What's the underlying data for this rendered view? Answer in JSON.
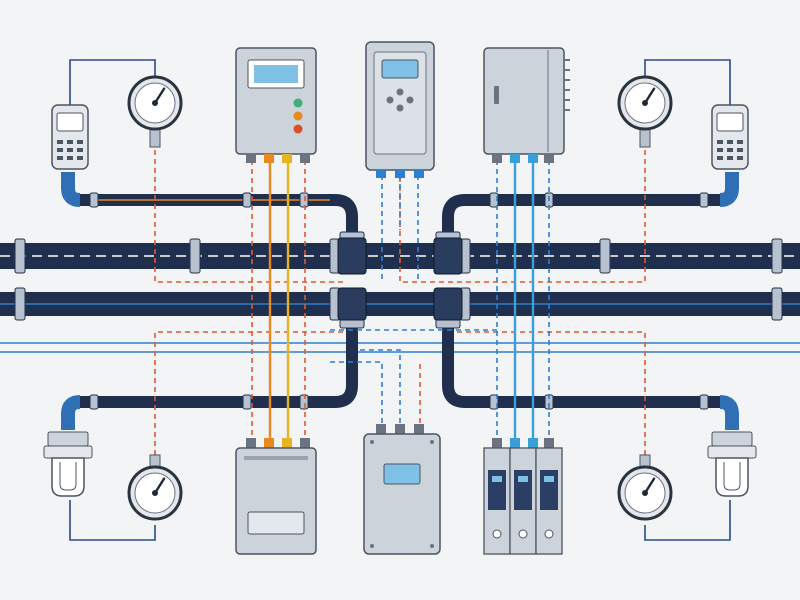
{
  "diagram": {
    "colors": {
      "background": "#f2f4f6",
      "pipe_dark": "#1f2f4d",
      "pipe_edge": "#0f1a2e",
      "pipe_joint": "#b8c2cf",
      "fitting_blue": "#2f6fb5",
      "signal_red": "#e05a2b",
      "signal_orange": "#e8891f",
      "signal_yellow": "#e6b422",
      "signal_blue": "#2f7fd0",
      "signal_cyan": "#3a9fd8",
      "wire_navy": "#2a4a8a",
      "device_body": "#cdd3da",
      "device_edge": "#4b5563",
      "screen_blue": "#7fc0e6",
      "led_green": "#3fae7a",
      "led_orange": "#e8891f",
      "led_red": "#d8502b"
    },
    "components": [
      {
        "id": "transmitter-top-left",
        "icon": "handheld-meter-icon"
      },
      {
        "id": "gauge-top-left",
        "icon": "pressure-gauge-icon"
      },
      {
        "id": "controller-top-left",
        "icon": "control-panel-icon"
      },
      {
        "id": "vfd-top-center",
        "icon": "variable-frequency-drive-icon"
      },
      {
        "id": "enclosure-top-right",
        "icon": "junction-enclosure-icon"
      },
      {
        "id": "gauge-top-right",
        "icon": "pressure-gauge-icon"
      },
      {
        "id": "transmitter-top-right",
        "icon": "handheld-meter-icon"
      },
      {
        "id": "filter-bottom-left",
        "icon": "sediment-filter-icon"
      },
      {
        "id": "gauge-bottom-left",
        "icon": "pressure-gauge-icon"
      },
      {
        "id": "panel-bottom-left",
        "icon": "control-box-icon"
      },
      {
        "id": "box-bottom-center",
        "icon": "terminal-box-icon"
      },
      {
        "id": "breakers-bottom-right",
        "icon": "circuit-breaker-icon"
      },
      {
        "id": "gauge-bottom-right",
        "icon": "pressure-gauge-icon"
      },
      {
        "id": "filter-bottom-right",
        "icon": "sediment-filter-icon"
      }
    ],
    "gauges": [
      {
        "id": "gauge-top-left",
        "needle_level": 0.62
      },
      {
        "id": "gauge-top-right",
        "needle_level": 0.62
      },
      {
        "id": "gauge-bottom-left",
        "needle_level": 0.62
      },
      {
        "id": "gauge-bottom-right",
        "needle_level": 0.62
      }
    ]
  }
}
